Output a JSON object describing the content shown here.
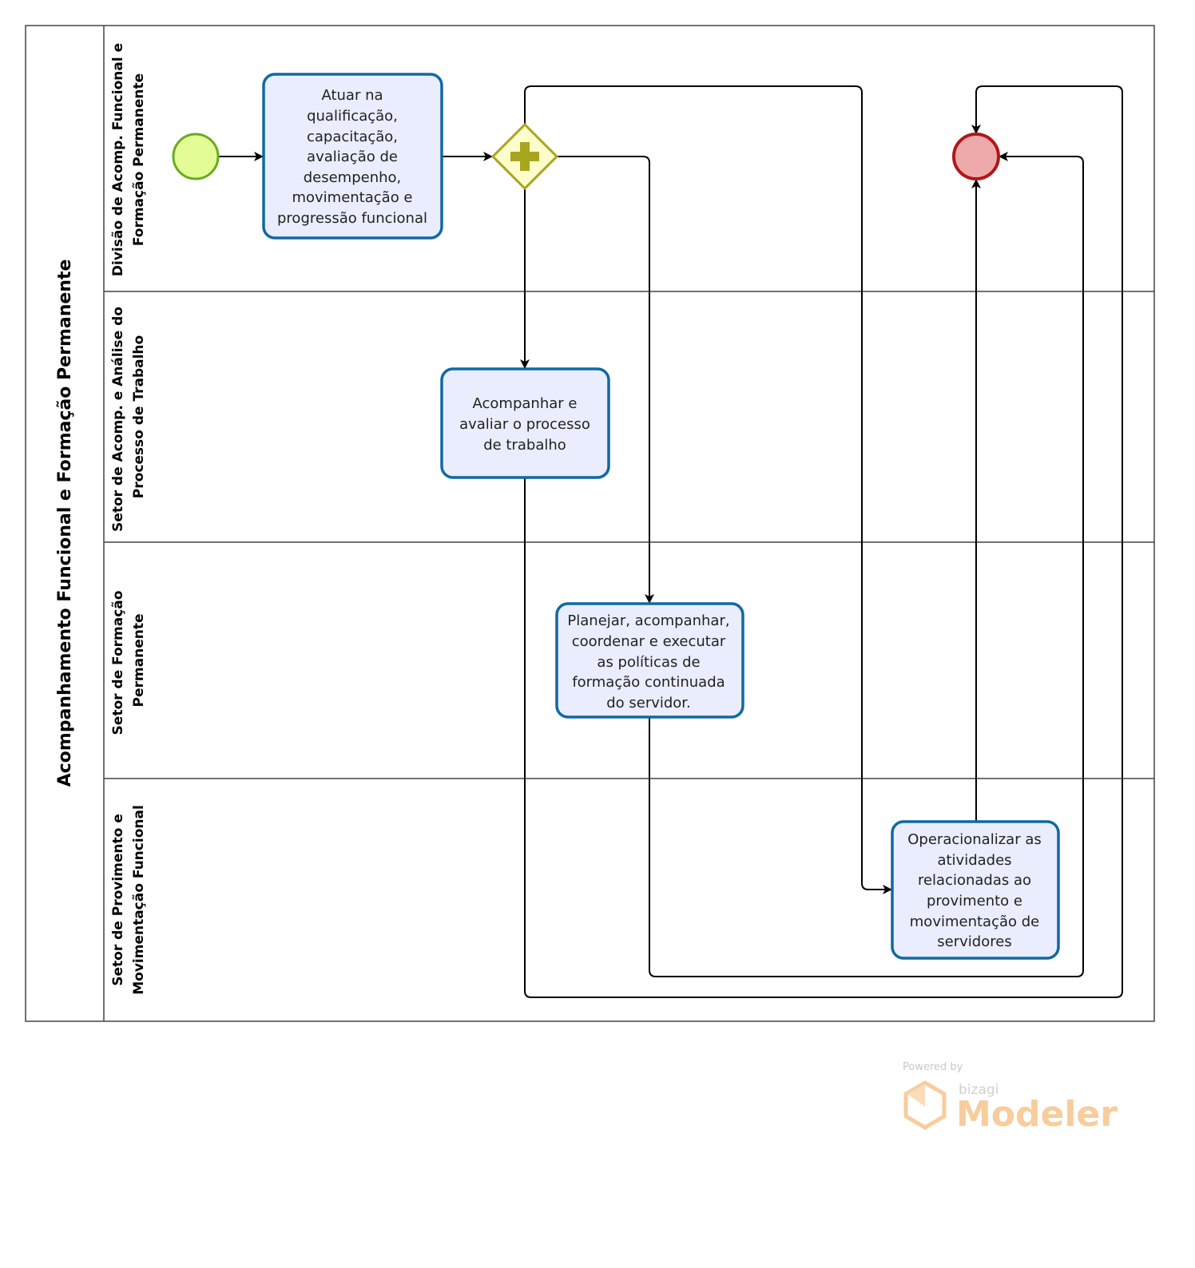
{
  "pool": {
    "title": "Acompanhamento Funcional e Formação Permanente"
  },
  "lanes": [
    {
      "label_lines": [
        "Divisão de Acomp. Funcional e",
        "Formação Permanente"
      ]
    },
    {
      "label_lines": [
        "Setor de Acomp. e Análise do",
        "Processo de Trabalho"
      ]
    },
    {
      "label_lines": [
        "Setor de Formação",
        "Permanente"
      ]
    },
    {
      "label_lines": [
        "Setor de Provimento e",
        "Movimentação Funcional"
      ]
    }
  ],
  "tasks": [
    {
      "lines": [
        "Atuar na",
        "qualificação,",
        "capacitação,",
        "avaliação de",
        "desempenho,",
        "movimentação e",
        "progressão funcional"
      ]
    },
    {
      "lines": [
        "Acompanhar e",
        "avaliar o processo",
        "de trabalho"
      ]
    },
    {
      "lines": [
        "Planejar, acompanhar,",
        "coordenar e executar",
        "as políticas de",
        "formação continuada",
        "do servidor."
      ]
    },
    {
      "lines": [
        "Operacionalizar as",
        "atividades",
        "relacionadas ao",
        "provimento e",
        "movimentação de",
        "servidores"
      ]
    }
  ],
  "gateway": {
    "type": "parallel",
    "icon": "plus-icon"
  },
  "colors": {
    "start_fill": "#e4fc96",
    "start_stroke": "#6aab1f",
    "end_fill": "#eeaaaa",
    "end_stroke": "#b3161b",
    "task_fill": "#eaedfd",
    "task_stroke": "#0f6aa0",
    "gateway_fill": "#fdfccb",
    "gateway_stroke": "#a8a51e"
  },
  "watermark": {
    "powered_by": "Powered by",
    "brand": "bizagi",
    "product": "Modeler"
  }
}
